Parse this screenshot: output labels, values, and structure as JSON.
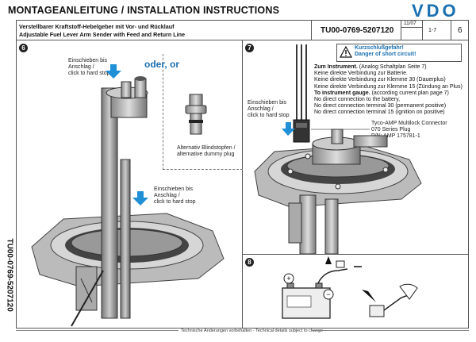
{
  "header": {
    "title": "MONTAGEANLEITUNG  /  INSTALLATION INSTRUCTIONS",
    "logo": "VDO"
  },
  "side_label": "TU00-0769-5207120",
  "titlebar": {
    "line1": "Verstellbarer Kraftstoff-Hebelgeber mit Vor- und Rücklauf",
    "line2": "Adjustable Fuel Lever Arm Sender with Feed and Return Line",
    "doc_number": "TU00-0769-5207120",
    "date": "11/07",
    "pages": "1-7",
    "page": "6"
  },
  "panel6": {
    "step": "6",
    "label_top": [
      "Einschieben bis",
      "Anschlag /",
      "click to hard stop"
    ],
    "oder": "oder, or",
    "label_plug": [
      "Alternativ Blindstopfen /",
      "alternative dummy plug"
    ],
    "label_mid": [
      "Einschieben bis",
      "Anschlag /",
      "click to hard stop"
    ]
  },
  "panel7": {
    "step": "7",
    "warning": [
      "Kurzschlußgefahr!",
      "Danger of short circuit!"
    ],
    "label_left": [
      "Einschieben bis",
      "Anschlag /",
      "click to hard stop"
    ],
    "instructions": [
      {
        "bold": true,
        "text": "Zum Instrument.",
        "rest": " (Analog Schaltplan Seite 7)"
      },
      {
        "bold": false,
        "text": "Keine direkte Verbindung zur Batterie."
      },
      {
        "bold": false,
        "text": "Keine direkte Verbindung zur Klemme 30 (Dauerplus)"
      },
      {
        "bold": false,
        "text": "Keine direkte Verbindung zur Klemme 15 (Zündung an Plus)"
      },
      {
        "bold": true,
        "text": "To instrument gauge.",
        "rest": " (according current plan page 7)"
      },
      {
        "bold": false,
        "text": "No direct connection to the battery,"
      },
      {
        "bold": false,
        "text": "No direct connection terminal 30 (permanent positive)"
      },
      {
        "bold": false,
        "text": "No direct connection terminal 15 (ignition on positive)"
      }
    ],
    "connector": [
      "Tyco-AMP Multilock Connector",
      "070 Series Plug",
      "P/N: AMP 175781-1"
    ]
  },
  "panel8": {
    "step": "8",
    "plus": "+",
    "minus": "−"
  },
  "footer": "Technische Änderungen vorbehalten  ·  Technical details subject to change",
  "colors": {
    "accent": "#1a6fb0",
    "arrow": "#1f8fd6"
  }
}
